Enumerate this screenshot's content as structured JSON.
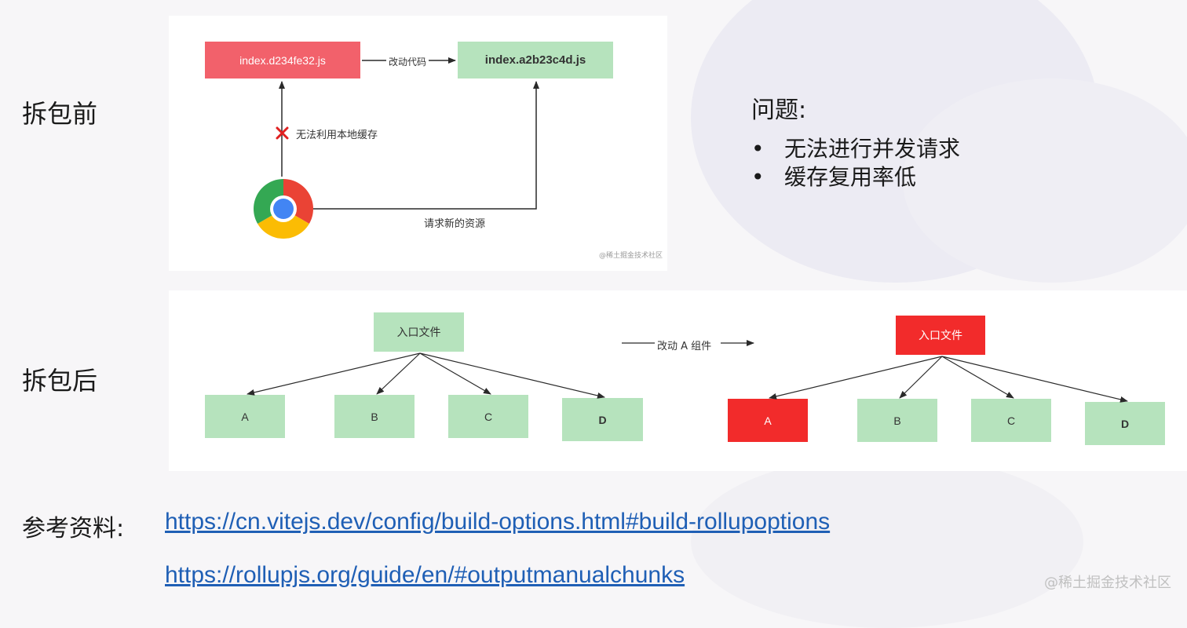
{
  "before": {
    "label": "拆包前",
    "old_file": "index.d234fe32.js",
    "new_file": "index.a2b23c4d.js",
    "change_label": "改动代码",
    "cache_fail_label": "无法利用本地缓存",
    "request_label": "请求新的资源",
    "watermark": "@稀土掘金技术社区",
    "browser_icon": "chrome-icon",
    "colors": {
      "old_file_bg": "#f2616b",
      "new_file_bg": "#b6e3bd",
      "cross": "#e02020"
    }
  },
  "problems": {
    "title": "问题:",
    "items": [
      "无法进行并发请求",
      "缓存复用率低"
    ]
  },
  "after": {
    "label": "拆包后",
    "change_label": "改动 A 组件",
    "left_tree": {
      "entry": "入口文件",
      "children": [
        "A",
        "B",
        "C",
        "D"
      ]
    },
    "right_tree": {
      "entry": "入口文件",
      "children": [
        "A",
        "B",
        "C",
        "D"
      ]
    },
    "colors": {
      "changed": "#f22b2b",
      "unchanged": "#b6e3bd"
    }
  },
  "references": {
    "label": "参考资料:",
    "links": [
      "https://cn.vitejs.dev/config/build-options.html#build-rollupoptions",
      "https://rollupjs.org/guide/en/#outputmanualchunks"
    ]
  },
  "corner_watermark": "@稀土掘金技术社区"
}
